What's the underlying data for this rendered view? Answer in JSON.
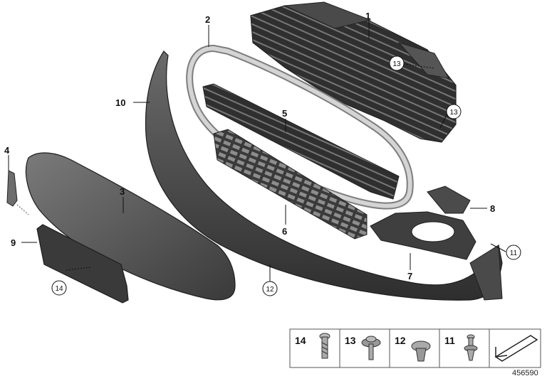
{
  "callouts": {
    "c1": "1",
    "c2": "2",
    "c3": "3",
    "c4": "4",
    "c5": "5",
    "c6": "6",
    "c7": "7",
    "c8": "8",
    "c9": "9",
    "c10": "10",
    "c11": "11",
    "c12": "12",
    "c13a": "13",
    "c13b": "13",
    "c14": "14"
  },
  "legend": {
    "items": [
      {
        "label": "14",
        "icon": "screw-icon"
      },
      {
        "label": "13",
        "icon": "washer-screw-icon"
      },
      {
        "label": "12",
        "icon": "expanding-rivet-icon"
      },
      {
        "label": "11",
        "icon": "clip-icon"
      }
    ],
    "direction_icon": "front-arrow-icon"
  },
  "drawing_number": "456590",
  "colors": {
    "part_dark": "#3d3d3d",
    "part_mid": "#5a5a5a",
    "part_light": "#8a8a8a",
    "trim_silver": "#c9c9c9"
  }
}
